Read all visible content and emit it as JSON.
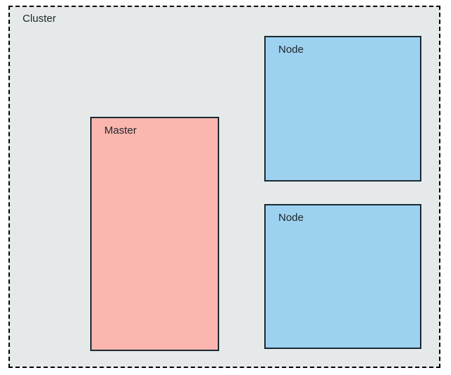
{
  "diagram": {
    "title": "Cluster",
    "cluster": {
      "label": "Cluster",
      "fill_color": "#e5e9ea",
      "border_color": "#000000",
      "border_style": "dashed"
    },
    "boxes": [
      {
        "label": "Master",
        "role": "master",
        "fill_color": "#fab6af",
        "border_color": "#1b2a33"
      },
      {
        "label": "Node",
        "role": "node",
        "fill_color": "#9cd2f0",
        "border_color": "#1b2a33"
      },
      {
        "label": "Node",
        "role": "node",
        "fill_color": "#9cd2f0",
        "border_color": "#1b2a33"
      }
    ]
  }
}
